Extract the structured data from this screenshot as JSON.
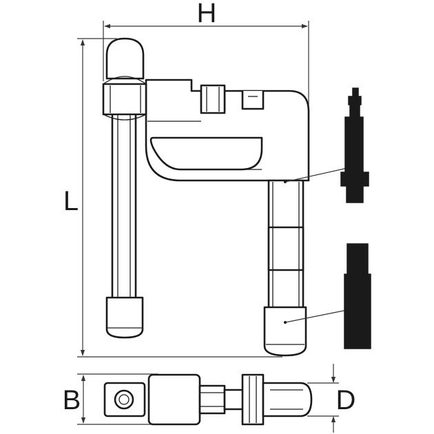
{
  "dimensions": {
    "height_label": "H",
    "length_label": "L",
    "width_label": "B",
    "diameter_label": "D"
  },
  "colors": {
    "line": "#1a1a1a",
    "background": "#ffffff",
    "spare_parts_fill": "#1a1a1a"
  }
}
